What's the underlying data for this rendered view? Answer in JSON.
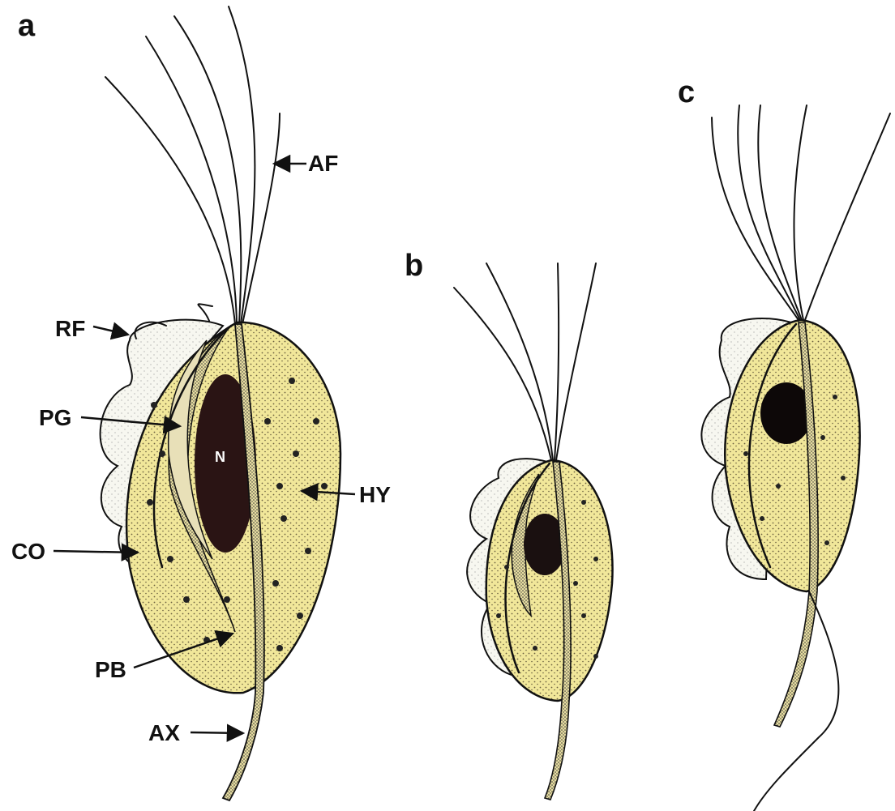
{
  "panels": [
    {
      "id": "a",
      "label": "a"
    },
    {
      "id": "b",
      "label": "b"
    },
    {
      "id": "c",
      "label": "c"
    }
  ],
  "labels": {
    "af": "AF",
    "rf": "RF",
    "pg": "PG",
    "hy": "HY",
    "co": "CO",
    "pb": "PB",
    "ax": "AX",
    "nucleus": "N"
  },
  "colors": {
    "cell_fill": "#f1e79a",
    "nucleus": "#2a1414",
    "ink": "#111111",
    "membrane_fill": "#f7f7f0"
  }
}
